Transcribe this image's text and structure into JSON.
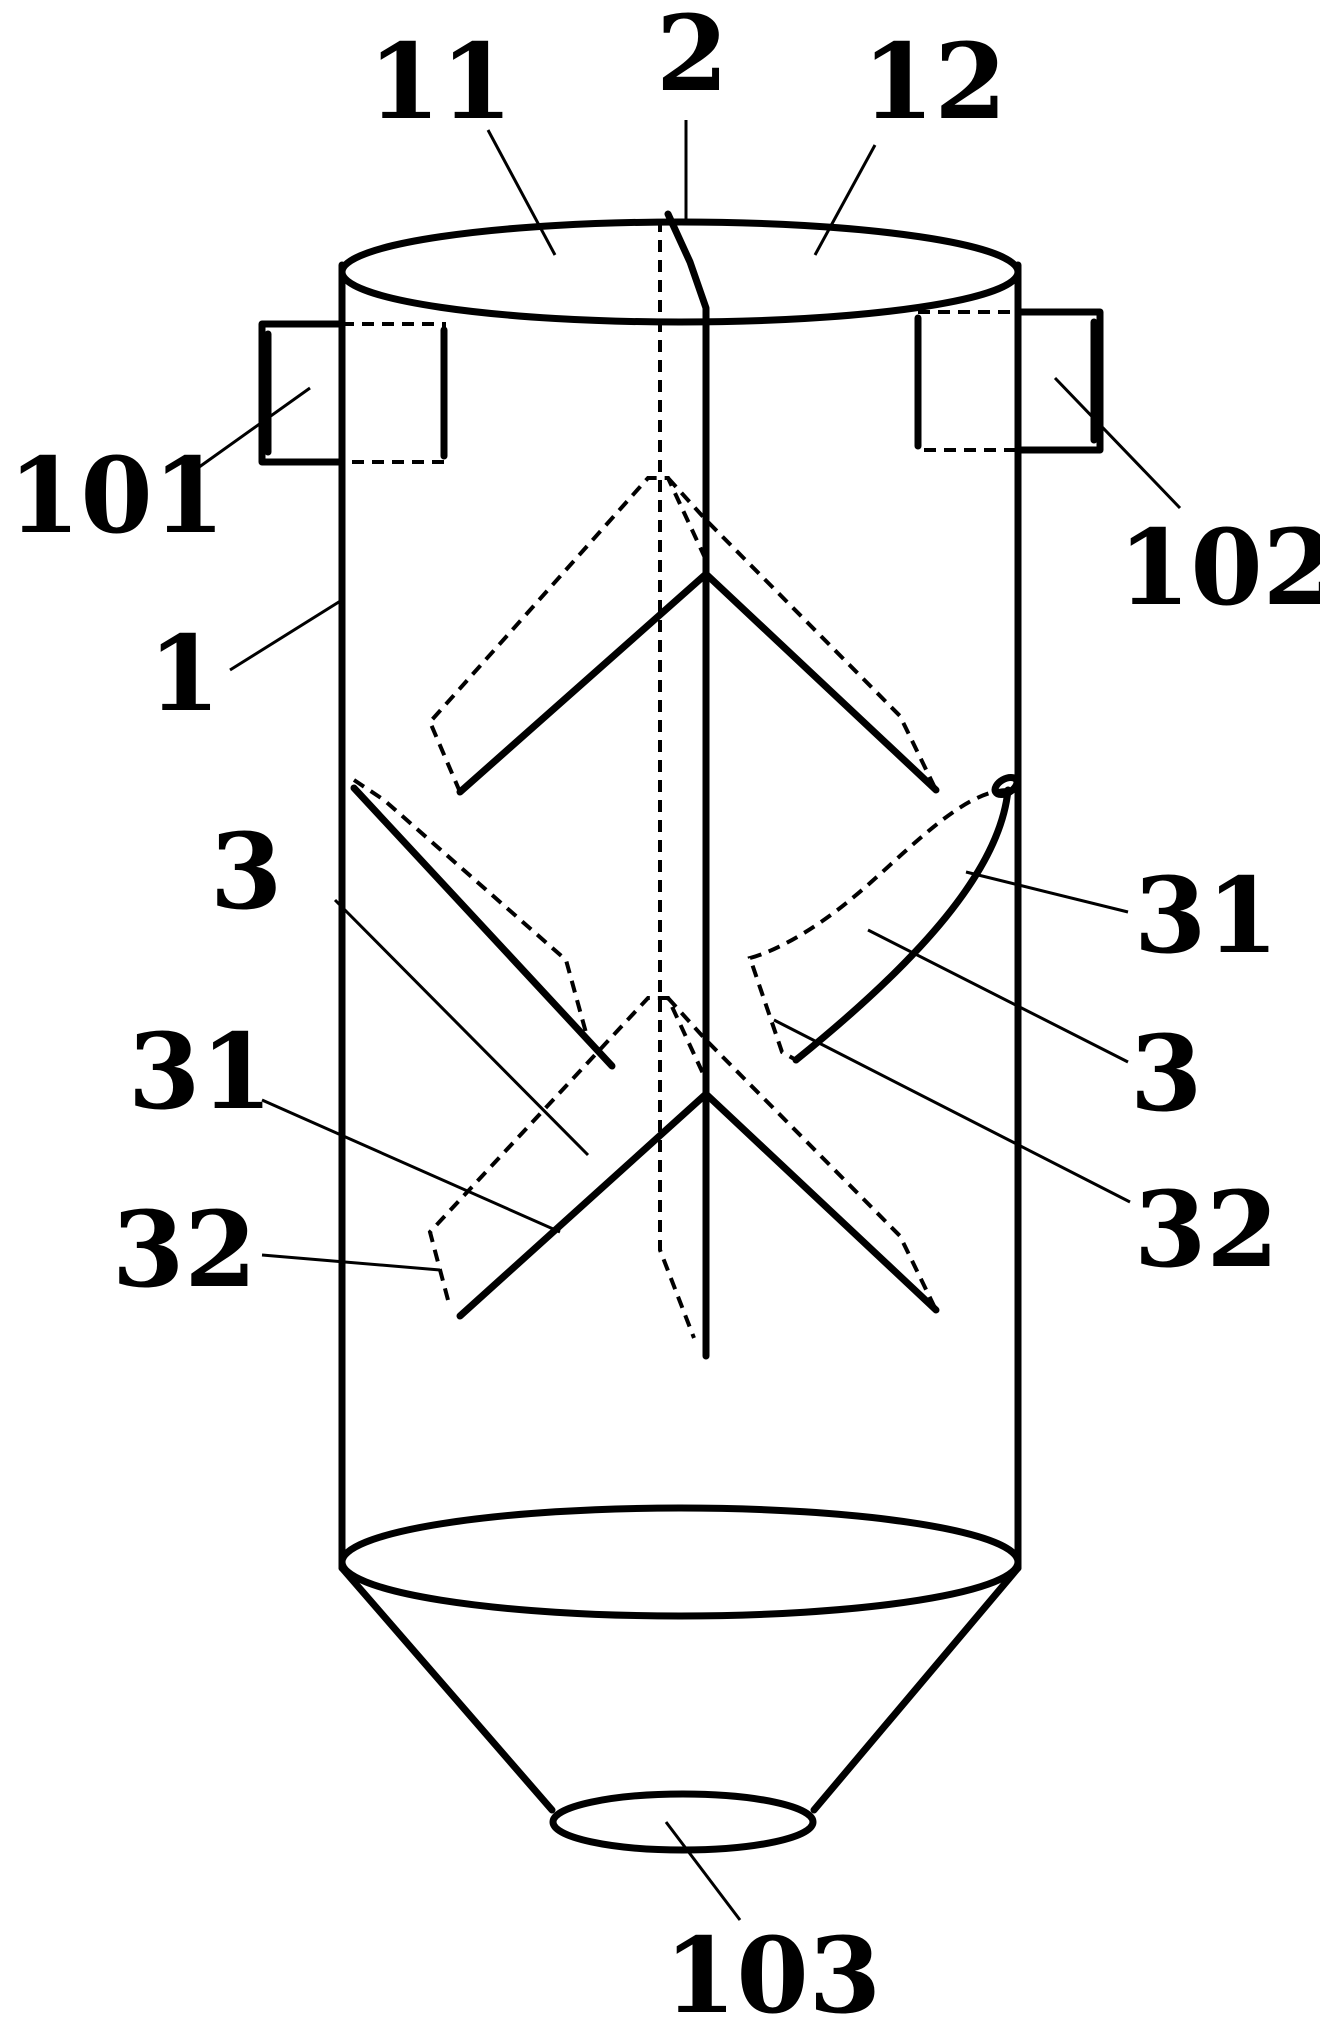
{
  "diagram": {
    "labels": {
      "top_left_chamber": "11",
      "shaft": "2",
      "top_right_chamber": "12",
      "inlet_left": "101",
      "inlet_right": "102",
      "vessel": "1",
      "blade_left": "3",
      "blade_right": "3",
      "blade_edge_left": "31",
      "blade_edge_right": "31",
      "blade_back_left": "32",
      "blade_back_right": "32",
      "outlet": "103"
    }
  }
}
